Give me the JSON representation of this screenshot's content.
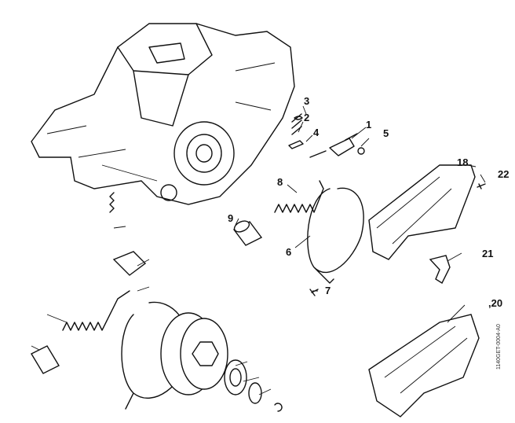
{
  "diagram": {
    "part_labels": [
      "3",
      "2",
      "4",
      "1",
      "5",
      "18",
      "22",
      "8",
      "9",
      "6",
      "21",
      "7",
      ",20"
    ],
    "drawing_code": "1140GET-0004-A0"
  }
}
